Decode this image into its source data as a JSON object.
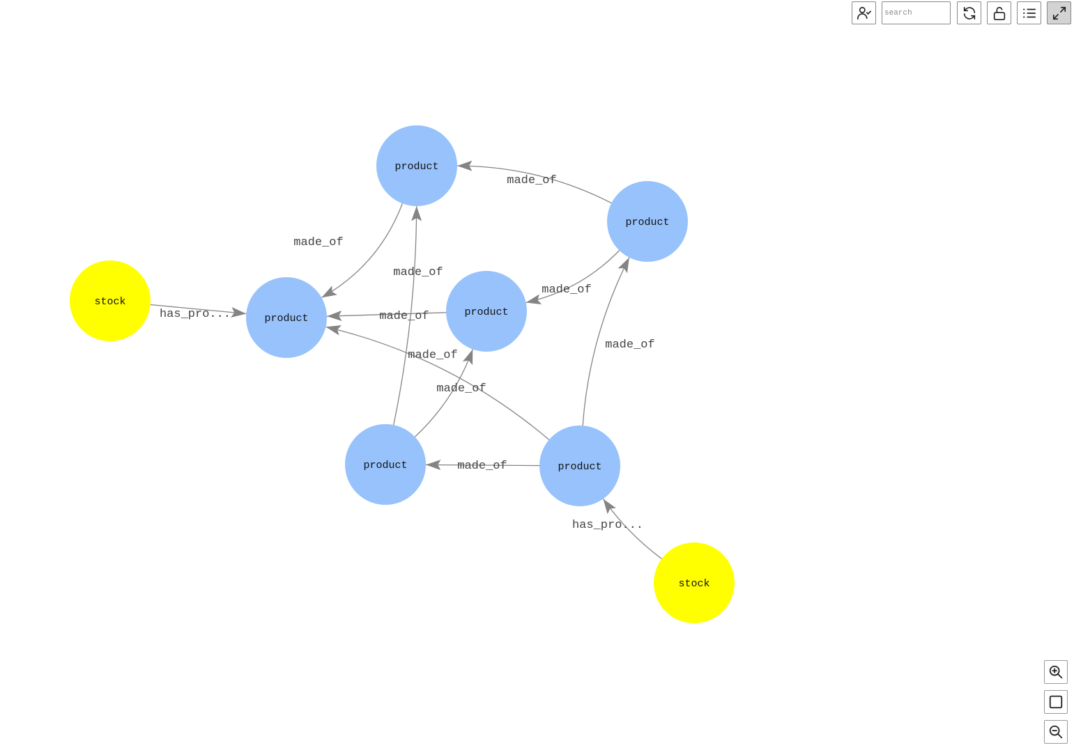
{
  "toolbar": {
    "search_placeholder": "search",
    "buttons": [
      "select-user",
      "refresh",
      "unlock",
      "list",
      "fullscreen"
    ]
  },
  "colors": {
    "product": "#97c2fc",
    "stock": "#ffff00",
    "edge": "#848484"
  },
  "nodes": [
    {
      "id": "p_top",
      "label": "product",
      "type": "product"
    },
    {
      "id": "p_right",
      "label": "product",
      "type": "product"
    },
    {
      "id": "p_left",
      "label": "product",
      "type": "product"
    },
    {
      "id": "p_mid",
      "label": "product",
      "type": "product"
    },
    {
      "id": "p_bl",
      "label": "product",
      "type": "product"
    },
    {
      "id": "p_br",
      "label": "product",
      "type": "product"
    },
    {
      "id": "s_left",
      "label": "stock",
      "type": "stock"
    },
    {
      "id": "s_right",
      "label": "stock",
      "type": "stock"
    }
  ],
  "edges": [
    {
      "from": "p_top",
      "to": "p_left",
      "label": "made_of",
      "curved": true
    },
    {
      "from": "p_right",
      "to": "p_top",
      "label": "made_of",
      "curved": true
    },
    {
      "from": "p_right",
      "to": "p_mid",
      "label": "made_of",
      "curved": true
    },
    {
      "from": "p_mid",
      "to": "p_left",
      "label": "made_of",
      "curved": false
    },
    {
      "from": "p_br",
      "to": "p_left",
      "label": "made_of",
      "curved": true
    },
    {
      "from": "p_bl",
      "to": "p_top",
      "label": "made_of",
      "curved": true
    },
    {
      "from": "p_bl",
      "to": "p_mid",
      "label": "made_of",
      "curved": true
    },
    {
      "from": "p_br",
      "to": "p_bl",
      "label": "made_of",
      "curved": false
    },
    {
      "from": "p_br",
      "to": "p_right",
      "label": "made_of",
      "curved": true
    },
    {
      "from": "s_left",
      "to": "p_left",
      "label": "has_pro...",
      "curved": false
    },
    {
      "from": "s_right",
      "to": "p_br",
      "label": "has_pro...",
      "curved": true
    }
  ],
  "zoom_controls": [
    "zoom-in",
    "fit",
    "zoom-out"
  ]
}
